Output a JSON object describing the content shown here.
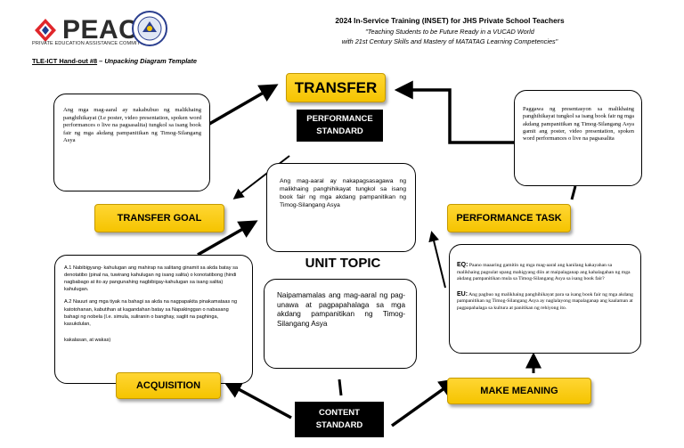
{
  "header": {
    "logo_word": "PEAC",
    "logo_subtitle": "PRIVATE EDUCATION ASSISTANCE COMMITTEE",
    "title": "2024 In-Service Training (INSET) for JHS Private School Teachers",
    "quote_line1": "\"Teaching Students to be Future Ready in a VUCAD World",
    "quote_line2": "with 21st Century Skills and Mastery of MATATAG Learning Competencies\"",
    "handout_code": "TLE-ICT Hand-out #8",
    "handout_sep": " – ",
    "handout_name": "Unpacking Diagram Template"
  },
  "labels": {
    "transfer": "TRANSFER",
    "performance_standard_1": "PERFORMANCE",
    "performance_standard_2": "STANDARD",
    "transfer_goal": "TRANSFER GOAL",
    "performance_task": "PERFORMANCE TASK",
    "unit_topic": "UNIT TOPIC",
    "acquisition": "ACQUISITION",
    "make_meaning": "MAKE MEANING",
    "content_standard_1": "CONTENT",
    "content_standard_2": "STANDARD"
  },
  "boxes": {
    "transfer_goal_text": "Ang mga mag-aaral ay nakabubuo ng malikhaing panghihikayat (I.e poster, video presentation, spoken word performances o live na pagsasalita) tungkol sa isang book fair ng mga akdang pampanitikan ng Timog-Silangang Asya",
    "performance_task_text": "Paggawa ng presentasyon sa malikhaing panghihikayat tungkol sa isang book fair ng mga akdang pampanitikan ng Timog-Silangang Asya gamit ang poster, video presentation, spoken word performances o live na pagsasalita",
    "performance_standard_text": "Ang mag-aaral ay nakapagsasagawa ng malikhaing panghihikayat tungkol sa isang book fair ng mga akdang pampanitikan ng Timog-Silangang Asya",
    "content_standard_text": "Naipamamalas ang mag-aaral ng pag-unawa at pagpapahalaga sa mga akdang pampanitikan ng Timog-Silangang Asya",
    "acquisition_p1": "A.1 Nabibigyang- kahulugan ang mahirap na salitang ginamit sa akda batay sa denotatibo (pinal na, tuwirang kahulugan ng isang salita) o konotatibong (hindi nagbabago at ito ay pangunahing nagbibigay-kahulugan sa isang salita) kahulugan.",
    "acquisition_p2": "A.2 Nauuri ang mga tiyak na bahagi sa akda na nagpapakita pinakamataas ng katotohanan, kabutihan at kagandahan batay sa Napakinggan o nabasang bahagi ng nobela (I.e. simula, suliranin o banghay, saglit na paghinga, kasukdulan,",
    "acquisition_p3": "kakalasan, at wakas)",
    "eq_label": "EQ:",
    "eq_text": " Paano maaaring gamitin ng mga mag-aaral ang kanilang kakayahan sa malikhaing pagsulat upang mahigyang diin at maipalaganap ang kahalagahan ng mga akdang pampanitikan mula sa Timog-Silangang Asya sa isang book fair?",
    "eu_label": "EU:",
    "eu_text": " Ang pagbuo ng malikhaing panghihikayat para sa isang book fair ng mga akdang pampanitikan ng Timog-Silangang Asya ay naglalayong mapalaganap ang kaalaman at pagpapahalaga sa kultura at panitikan ng rehiyong ito."
  },
  "colors": {
    "label_yellow": "#f5c400",
    "label_border": "#c59a00",
    "black": "#000000"
  }
}
